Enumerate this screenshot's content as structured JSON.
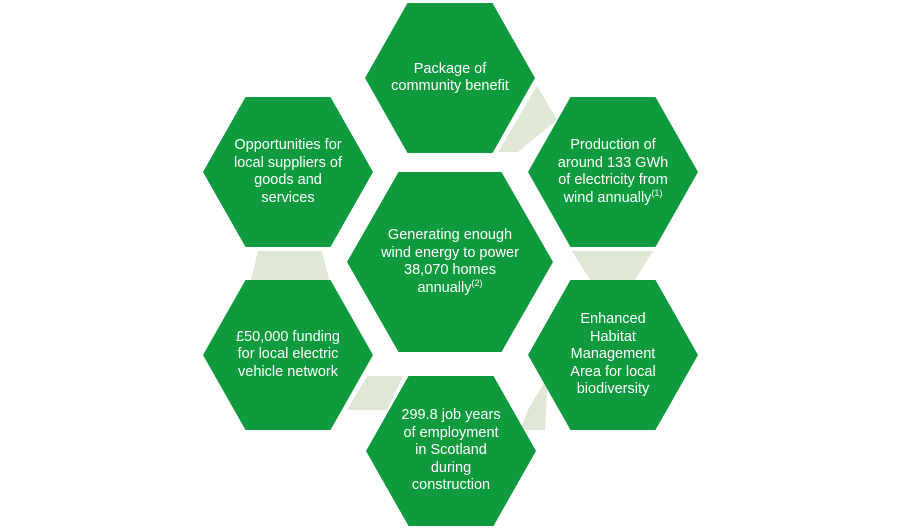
{
  "diagram": {
    "colors": {
      "hex_fill": "#0f9b3d",
      "text": "#ffffff",
      "connector": "#dfe7d6"
    },
    "center": {
      "text": "Generating enough wind energy to power 38,070 homes annually",
      "sup": "(2)"
    },
    "top": {
      "text": "Package of community benefit",
      "sup": ""
    },
    "upper_right": {
      "text": "Production of around 133 GWh of electricity from wind annually",
      "sup": "(1)"
    },
    "lower_right": {
      "text": "Enhanced Habitat Management Area for local biodiversity",
      "sup": ""
    },
    "bottom": {
      "text": "299.8 job years of employment in Scotland during construction",
      "sup": ""
    },
    "lower_left": {
      "text": "£50,000 funding for local electric vehicle network",
      "sup": ""
    },
    "upper_left": {
      "text": "Opportunities for local suppliers of goods and services",
      "sup": ""
    }
  }
}
